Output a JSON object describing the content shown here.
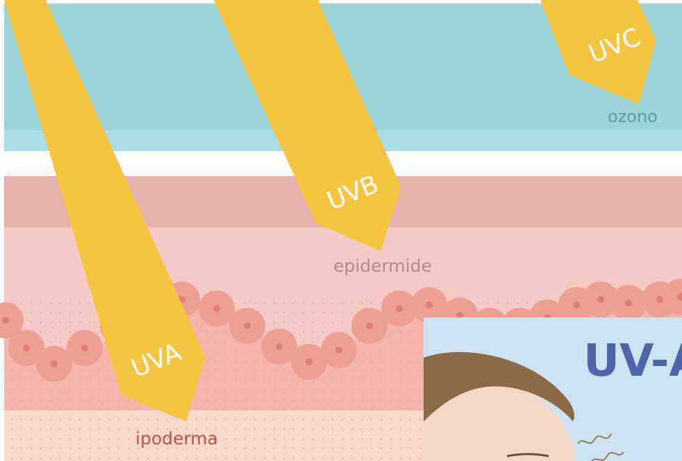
{
  "layers": {
    "ozone_label": "ozono",
    "epidermis_label": "epidermide",
    "hypodermis_label": "ipoderma"
  },
  "rays": [
    {
      "name": "uva",
      "label": "UVA"
    },
    {
      "name": "uvb",
      "label": "UVB"
    },
    {
      "name": "uvc",
      "label": "UVC"
    }
  ],
  "inset": {
    "title": "UV-A"
  },
  "colors": {
    "ozone": "#9dd4d8",
    "ozone_light": "#a9dde2",
    "upper_skin": "#e4b1ad",
    "epidermis": "#f5c9c6",
    "dermis": "#f2b6ae",
    "hypodermis": "#f7d8cd",
    "cells": "#ee9f94",
    "ray": "#f5c542",
    "inset_bg": "#cde3f2",
    "hair": "#8b6a48"
  }
}
